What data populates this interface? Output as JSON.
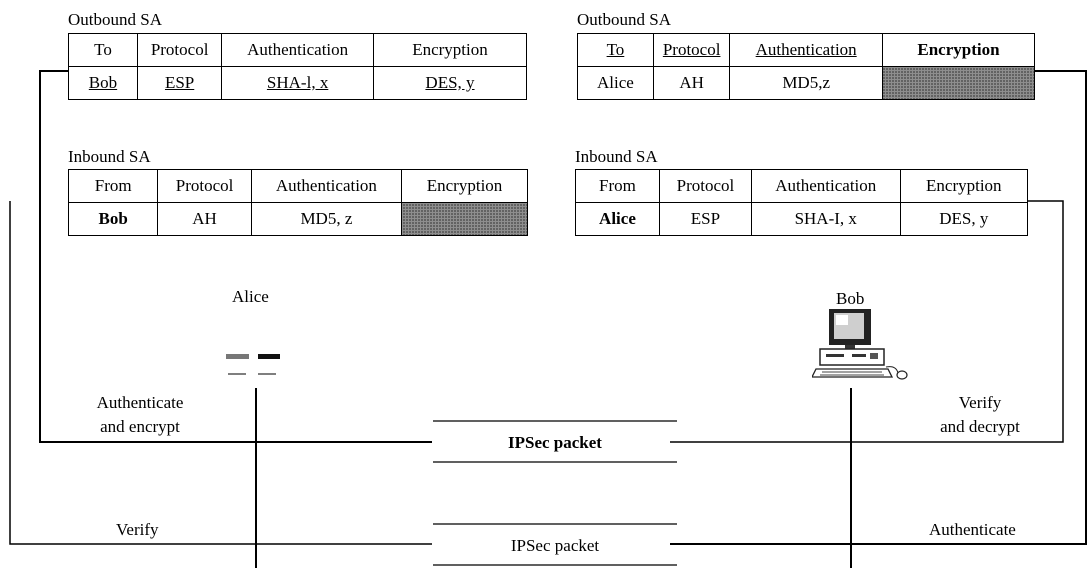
{
  "alice_outbound": {
    "title": "Outbound SA",
    "headers": [
      "To",
      "Protocol",
      "Authentication",
      "Encryption"
    ],
    "row": [
      "Bob",
      "ESP",
      "SHA-l, x",
      "DES, y"
    ]
  },
  "bob_outbound": {
    "title": "Outbound SA",
    "headers": [
      "To",
      "Protocol",
      "Authentication",
      "Encryption"
    ],
    "row": [
      "Alice",
      "AH",
      "MD5,z",
      ""
    ]
  },
  "alice_inbound": {
    "title": "Inbound SA",
    "headers": [
      "From",
      "Protocol",
      "Authentication",
      "Encryption"
    ],
    "row": [
      "Bob",
      "AH",
      "MD5, z",
      ""
    ]
  },
  "bob_inbound": {
    "title": "Inbound SA",
    "headers": [
      "From",
      "Protocol",
      "Authentication",
      "Encryption"
    ],
    "row": [
      "Alice",
      "ESP",
      "SHA-I, x",
      "DES, y"
    ]
  },
  "hosts": {
    "alice": "Alice",
    "bob": "Bob"
  },
  "actions": {
    "alice_top_line1": "Authenticate",
    "alice_top_line2": "and encrypt",
    "bob_top_line1": "Verify",
    "bob_top_line2": "and decrypt",
    "alice_bottom": "Verify",
    "bob_bottom": "Authenticate"
  },
  "packets": {
    "top": "IPSec packet",
    "bottom": "IPSec packet"
  },
  "icons": {
    "alice": "terminal-icon",
    "bob": "computer-icon"
  }
}
